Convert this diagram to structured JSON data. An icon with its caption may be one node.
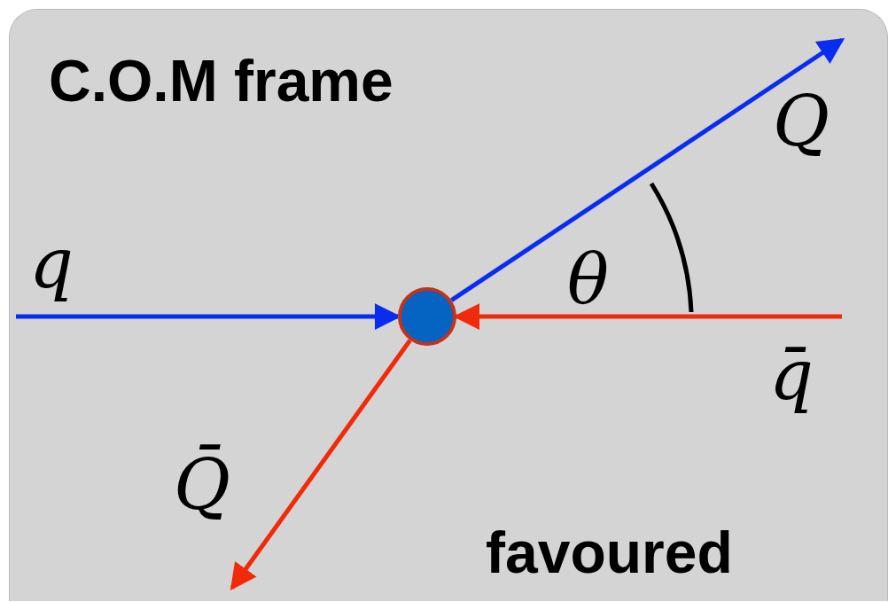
{
  "diagram": {
    "title": "C.O.M frame",
    "nodes": [
      {
        "text": [
          "Q"
        ]
      },
      {
        "text": [
          "q"
        ]
      },
      {
        "text": [],
        "shape": "circle"
      },
      {
        "text": [
          "q̄"
        ]
      },
      {
        "text": [
          "Q̄"
        ]
      }
    ],
    "edges": [
      {
        "from": 1,
        "to": 2,
        "arrow": "to",
        "color": "#0a2cf0"
      },
      {
        "from": 3,
        "to": 2,
        "arrow": "to",
        "color": "#f02a0a"
      },
      {
        "from": 2,
        "to": 0,
        "arrow": "to",
        "color": "#0a2cf0"
      },
      {
        "from": 2,
        "to": 4,
        "arrow": "to",
        "color": "#f02a0a"
      }
    ],
    "labels": [
      "θ",
      "favoured"
    ]
  }
}
